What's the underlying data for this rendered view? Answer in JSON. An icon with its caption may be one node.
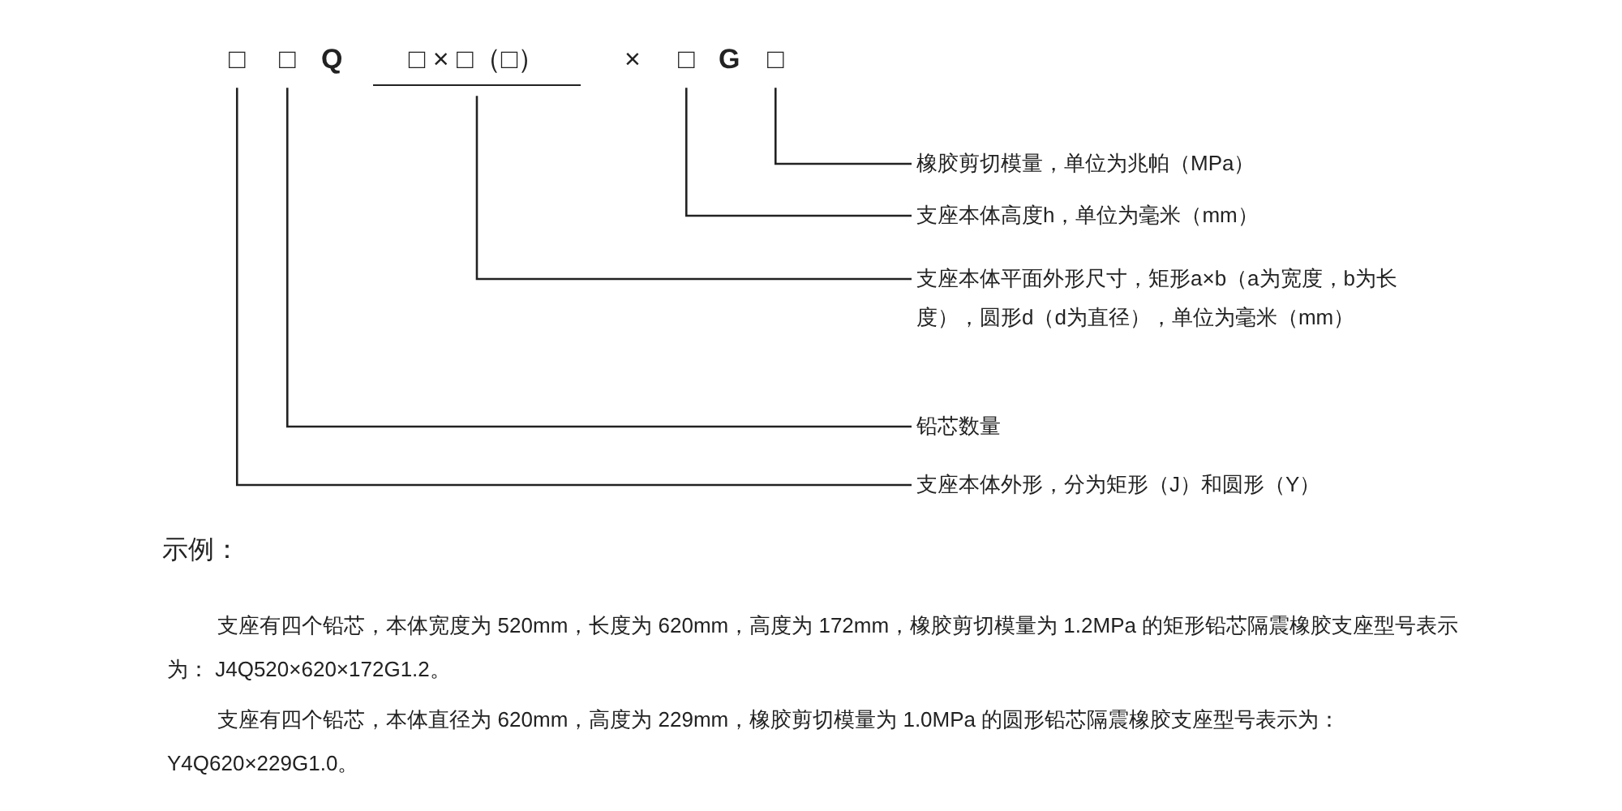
{
  "diagram": {
    "nodes": [
      {
        "text": [
          "□"
        ]
      },
      {
        "text": [
          "□"
        ]
      },
      {
        "text": [
          "□ × □（□）"
        ]
      },
      {
        "text": [
          "□"
        ]
      },
      {
        "text": [
          "□"
        ]
      },
      {
        "text": [
          "橡胶剪切模量，单位为兆帕（MPa）"
        ]
      },
      {
        "text": [
          "支座本体高度h，单位为毫米（mm）"
        ]
      },
      {
        "text": [
          "支座本体平面外形尺寸，矩形a×b（a为宽度，b为长度），圆形d（d为直径），单位为毫米（mm）"
        ]
      },
      {
        "text": [
          "铅芯数量"
        ]
      },
      {
        "text": [
          "支座本体外形，分为矩形（J）和圆形（Y）"
        ]
      }
    ],
    "edges": [
      {
        "from": 4,
        "to": 5,
        "arrow": "none"
      },
      {
        "from": 3,
        "to": 6,
        "arrow": "none"
      },
      {
        "from": 2,
        "to": 7,
        "arrow": "none"
      },
      {
        "from": 1,
        "to": 8,
        "arrow": "none"
      },
      {
        "from": 0,
        "to": 9,
        "arrow": "none"
      }
    ],
    "labels": [
      "Q",
      "×",
      "G",
      "示例：",
      "支座有四个铅芯，本体宽度为 520mm，长度为 620mm，高度为 172mm，橡胶剪切模量为 1.2MPa 的矩形铅芯隔震橡胶支座型号表示为： J4Q520×620×172G1.2。",
      "支座有四个铅芯，本体直径为 620mm，高度为 229mm，橡胶剪切模量为 1.0MPa 的圆形铅芯隔震橡胶支座型号表示为： Y4Q620×229G1.0。"
    ]
  }
}
